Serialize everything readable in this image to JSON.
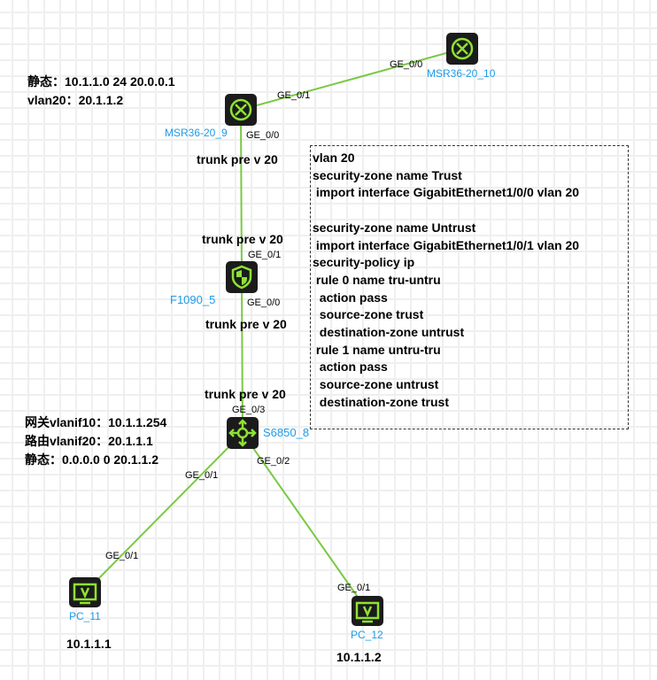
{
  "devices": {
    "msr10": {
      "name": "MSR36-20_10",
      "icon": "router-icon"
    },
    "msr9": {
      "name": "MSR36-20_9",
      "icon": "router-icon"
    },
    "fw": {
      "name": "F1090_5",
      "icon": "firewall-shield-icon"
    },
    "sw": {
      "name": "S6850_8",
      "icon": "switch-icon"
    },
    "pc11": {
      "name": "PC_11",
      "icon": "pc-monitor-icon"
    },
    "pc12": {
      "name": "PC_12",
      "icon": "pc-monitor-icon"
    }
  },
  "ports": {
    "msr10_p": "GE_0/0",
    "msr9_up": "GE_0/1",
    "msr9_down": "GE_0/0",
    "fw_up": "GE_0/1",
    "fw_down": "GE_0/0",
    "sw_up": "GE_0/3",
    "sw_left": "GE_0/1",
    "sw_right": "GE_0/2",
    "pc11_p": "GE_0/1",
    "pc12_p": "GE_0/1"
  },
  "notes": {
    "msr9_static": "静态：10.1.1.0 24 20.0.0.1",
    "msr9_vlan": "vlan20：20.1.1.2",
    "msr9_trunk": "trunk pre v 20",
    "fw_trunk_up": "trunk pre v 20",
    "fw_trunk_down": "trunk pre v 20",
    "sw_trunk": "trunk pre v 20",
    "sw_gw": "网关vlanif10：10.1.1.254",
    "sw_route": "路由vlanif20：20.1.1.1",
    "sw_static": "静态：0.0.0.0 0 20.1.1.2",
    "pc11_ip": "10.1.1.1",
    "pc12_ip": "10.1.1.2"
  },
  "config_lines": [
    "vlan 20",
    "security-zone name Trust",
    " import interface GigabitEthernet1/0/0 vlan 20",
    "",
    " security-zone name Untrust",
    " import interface GigabitEthernet1/0/1 vlan 20",
    "security-policy ip",
    " rule 0 name tru-untru",
    "  action pass",
    "  source-zone trust",
    "  destination-zone untrust",
    " rule 1 name untru-tru",
    "  action pass",
    "  source-zone untrust",
    "  destination-zone trust"
  ],
  "colors": {
    "link": "#7ac943",
    "device_label": "#1e9be8",
    "icon_green": "#8ee233",
    "icon_bg": "#1b1b1b"
  }
}
